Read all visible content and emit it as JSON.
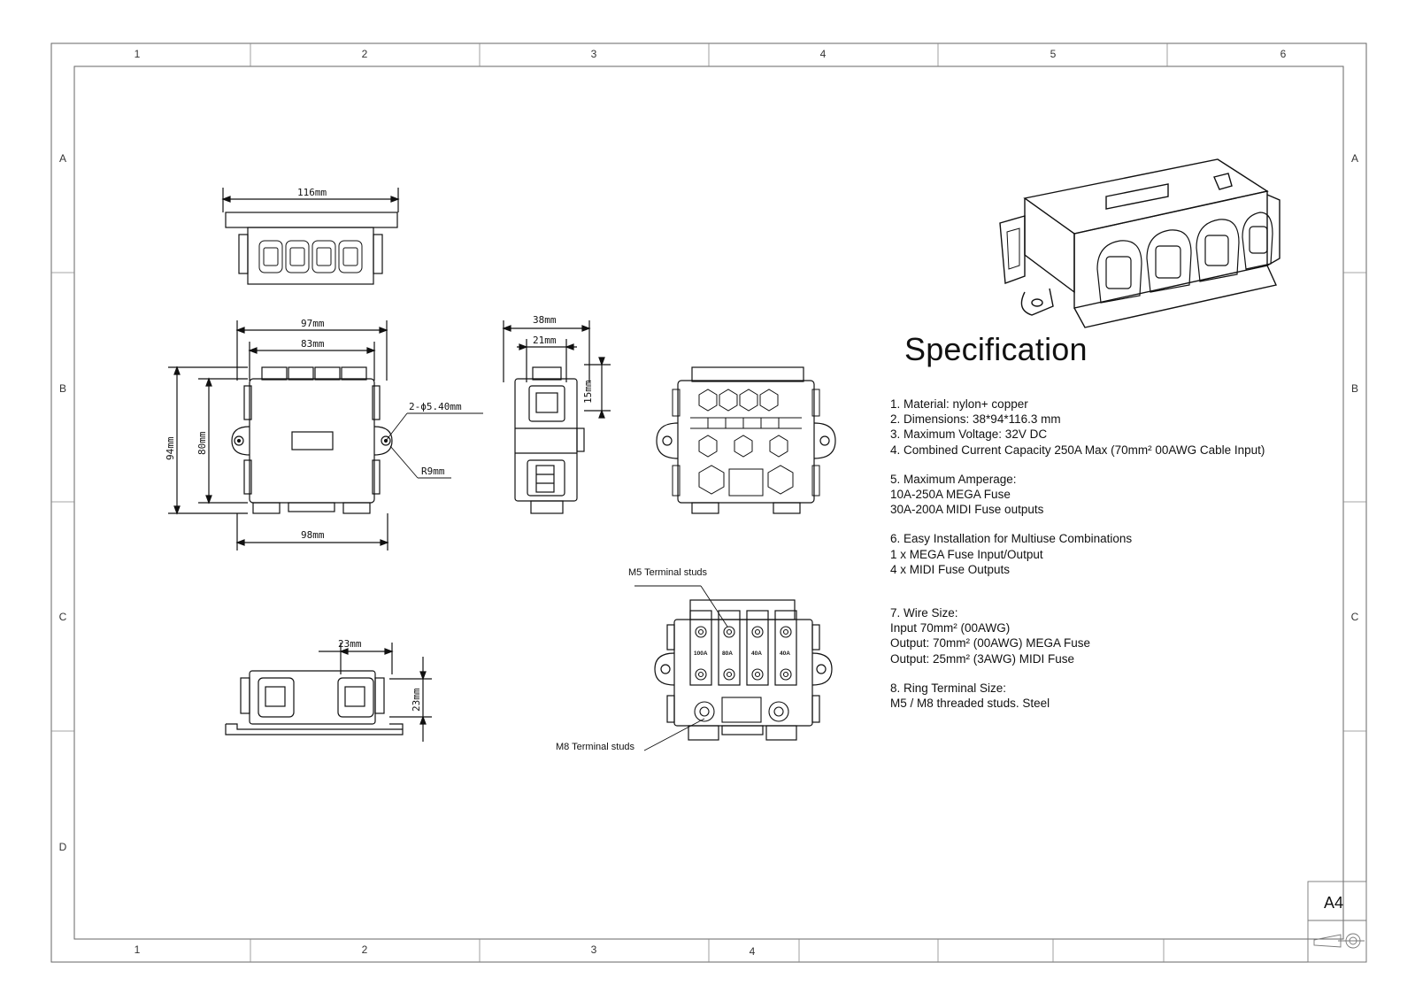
{
  "frame": {
    "col_labels": [
      "1",
      "2",
      "3",
      "4",
      "5",
      "6"
    ],
    "bottom_col_labels": [
      "1",
      "2",
      "3",
      "4"
    ],
    "row_labels": [
      "A",
      "B",
      "C",
      "D"
    ],
    "paper_size": "A4"
  },
  "dimensions": {
    "top_view_width": "116mm",
    "front_width_97": "97mm",
    "front_width_83": "83mm",
    "front_height_94": "94mm",
    "front_height_80": "80mm",
    "hole": "2-ϕ5.40mm",
    "radius": "R9mm",
    "bottom_width": "98mm",
    "side_38": "38mm",
    "side_21": "21mm",
    "side_15": "15mm",
    "lower_23w": "23mm",
    "lower_23h": "23mm"
  },
  "callouts": {
    "m5": "M5 Terminal studs",
    "m8": "M8 Terminal studs"
  },
  "fuse_labels": [
    "100A",
    "80A",
    "40A",
    "40A"
  ],
  "spec": {
    "title": "Specification",
    "groups": [
      [
        "1. Material:  nylon+ copper",
        "2. Dimensions: 38*94*116.3 mm",
        "3. Maximum Voltage: 32V DC",
        "4. Combined Current Capacity 250A Max (70mm² 00AWG Cable Input)"
      ],
      [
        "5. Maximum Amperage:",
        "10A-250A MEGA Fuse",
        "30A-200A MIDI Fuse outputs"
      ],
      [
        "6. Easy Installation for Multiuse Combinations",
        "1 x MEGA Fuse Input/Output",
        "4 x MIDI Fuse Outputs"
      ],
      [
        "7. Wire Size:",
        "Input 70mm² (00AWG)",
        "Output: 70mm² (00AWG) MEGA Fuse",
        "Output: 25mm² (3AWG) MIDI Fuse"
      ],
      [
        "8. Ring Terminal Size:",
        "M5 / M8 threaded studs. Steel"
      ]
    ]
  }
}
